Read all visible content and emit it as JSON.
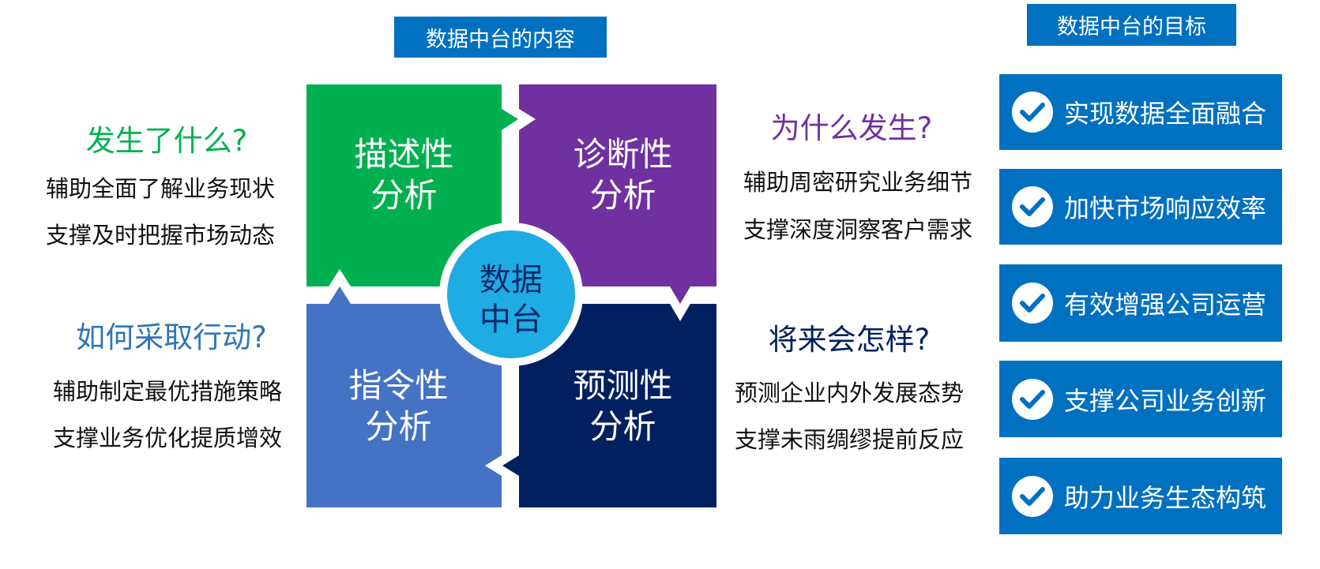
{
  "content_title": "数据中台的内容",
  "goals_title": "数据中台的目标",
  "center": {
    "line1": "数据",
    "line2": "中台"
  },
  "quadrants": {
    "descriptive": {
      "line1": "描述性",
      "line2": "分析",
      "color": "#00b050"
    },
    "diagnostic": {
      "line1": "诊断性",
      "line2": "分析",
      "color": "#7030a0"
    },
    "prescriptive": {
      "line1": "指令性",
      "line2": "分析",
      "color": "#4472c4"
    },
    "predictive": {
      "line1": "预测性",
      "line2": "分析",
      "color": "#002060"
    }
  },
  "left_top": {
    "heading": "发生了什么?",
    "lines": [
      "辅助全面了解业务现状",
      "支撑及时把握市场动态"
    ]
  },
  "left_bottom": {
    "heading": "如何采取行动?",
    "lines": [
      "辅助制定最优措施策略",
      "支撑业务优化提质增效"
    ]
  },
  "right_top": {
    "heading": "为什么发生?",
    "lines": [
      "辅助周密研究业务细节",
      "支撑深度洞察客户需求"
    ]
  },
  "right_bottom": {
    "heading": "将来会怎样?",
    "lines": [
      "预测企业内外发展态势",
      "支撑未雨绸缪提前反应"
    ]
  },
  "goals": [
    "实现数据全面融合",
    "加快市场响应效率",
    "有效增强公司运营",
    "支撑公司业务创新",
    "助力业务生态构筑"
  ]
}
